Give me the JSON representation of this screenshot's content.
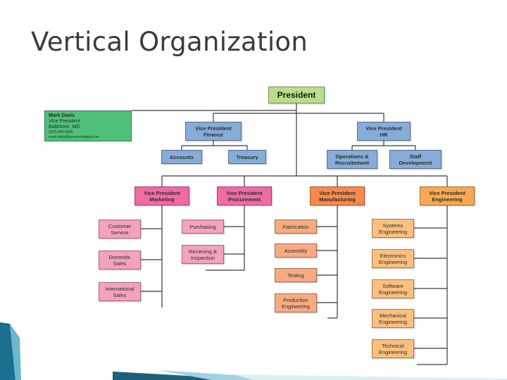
{
  "title": "Vertical Organization",
  "colors": {
    "president": "#b9de8c",
    "vp_blue": "#86acd8",
    "vp_pink": "#f06aa4",
    "vp_orange": "#f68a4c",
    "vp_amber": "#f9a853",
    "child_pink": "#f4a2bf",
    "child_orange": "#f8ab83",
    "child_amber": "#fbc07e",
    "card_green": "#4fc079",
    "connector": "#3a3a3a"
  },
  "info_card": {
    "name": "Mark Davis",
    "role": "Vice President",
    "location": "Baltimore, MD",
    "phone": "(222) 444-5555",
    "email": "mark.davis@somecompany.com"
  },
  "nodes": {
    "president": "President",
    "vp_finance": [
      "Vice President",
      "Finance"
    ],
    "vp_hr": [
      "Vice President",
      "HR"
    ],
    "accounts": "Accounts",
    "treasury": "Treasury",
    "operations": [
      "Operations &",
      "Recruitement"
    ],
    "staff": [
      "Staff",
      "Development"
    ],
    "vp_marketing": [
      "Vice President",
      "Marketing"
    ],
    "vp_procurement": [
      "Vice President",
      "Procurement"
    ],
    "vp_manufacturing": [
      "Vice President",
      "Manufacturing"
    ],
    "vp_engineering": [
      "Vice President",
      "Engineering"
    ],
    "customer_service": [
      "Customer",
      "Service"
    ],
    "domestic_sales": [
      "Domestic",
      "Sales"
    ],
    "international_sales": [
      "International",
      "Sales"
    ],
    "purchasing": "Purchasing",
    "receiving": [
      "Recieving &",
      "Inspection"
    ],
    "fabrication": "Fabrication",
    "assembly": "Assembly",
    "testing": "Testing",
    "production_engineering": [
      "Production",
      "Engineering"
    ],
    "systems_engineering": [
      "Systems",
      "Engineering"
    ],
    "electronics_engineering": [
      "Electronics",
      "Engineering"
    ],
    "software_engineering": [
      "Software",
      "Engineering"
    ],
    "mechanical_engineering": [
      "Mechanical",
      "Engineering"
    ],
    "technical_engineering": [
      "Technical",
      "Engineering"
    ]
  }
}
